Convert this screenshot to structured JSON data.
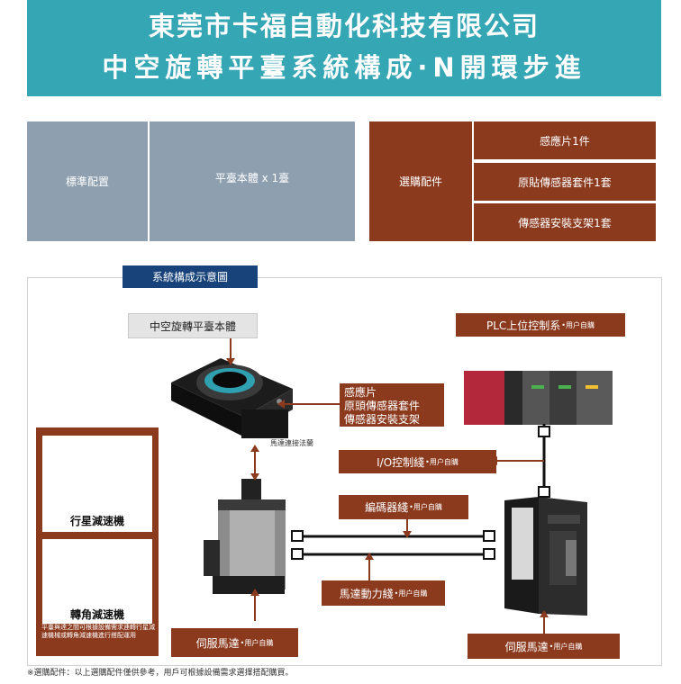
{
  "header": {
    "company": "東莞市卡福自動化科技有限公司",
    "subtitle": "中空旋轉平臺系統構成·N開環步進"
  },
  "config": {
    "standard_label": "標準配置",
    "standard_value": "平臺本體 x 1臺",
    "optional_label": "選購配件",
    "optional_items": [
      "感應片1件",
      "原貼傳感器套件1套",
      "傳感器安裝支架1套"
    ]
  },
  "diagram": {
    "section_tag": "系統構成示意圖",
    "platform_label": "中空旋轉平臺本體",
    "plc_label": "PLC上位控制系",
    "sensor_lines": [
      "感應片",
      "原頭傳感器套件",
      "傳感器安裝支架"
    ],
    "flange_label": "馬達連接法蘭",
    "io_cable_label": "I/O控制綫",
    "encoder_cable_label": "編碼器綫",
    "power_cable_label": "馬達動力綫",
    "servo_motor_label": "伺服馬達",
    "servo_driver_label": "伺服馬達",
    "user_purchase": "•用户自購"
  },
  "reducers": {
    "planetary_label": "行星減速機",
    "right_angle_label": "轉角減速機",
    "note": "平臺與達之間可根據設備需求連轉行星減速機械或轉角減速機進行搭配運用"
  },
  "footnote": "※選購配件：以上選購配件僅供參考，用戶可根據設備需求選擇搭配購買。",
  "colors": {
    "header_bg": "#35a6b4",
    "standard_bg": "#8e9faf",
    "accent_red": "#8b3a1e",
    "tag_blue": "#17427a"
  }
}
